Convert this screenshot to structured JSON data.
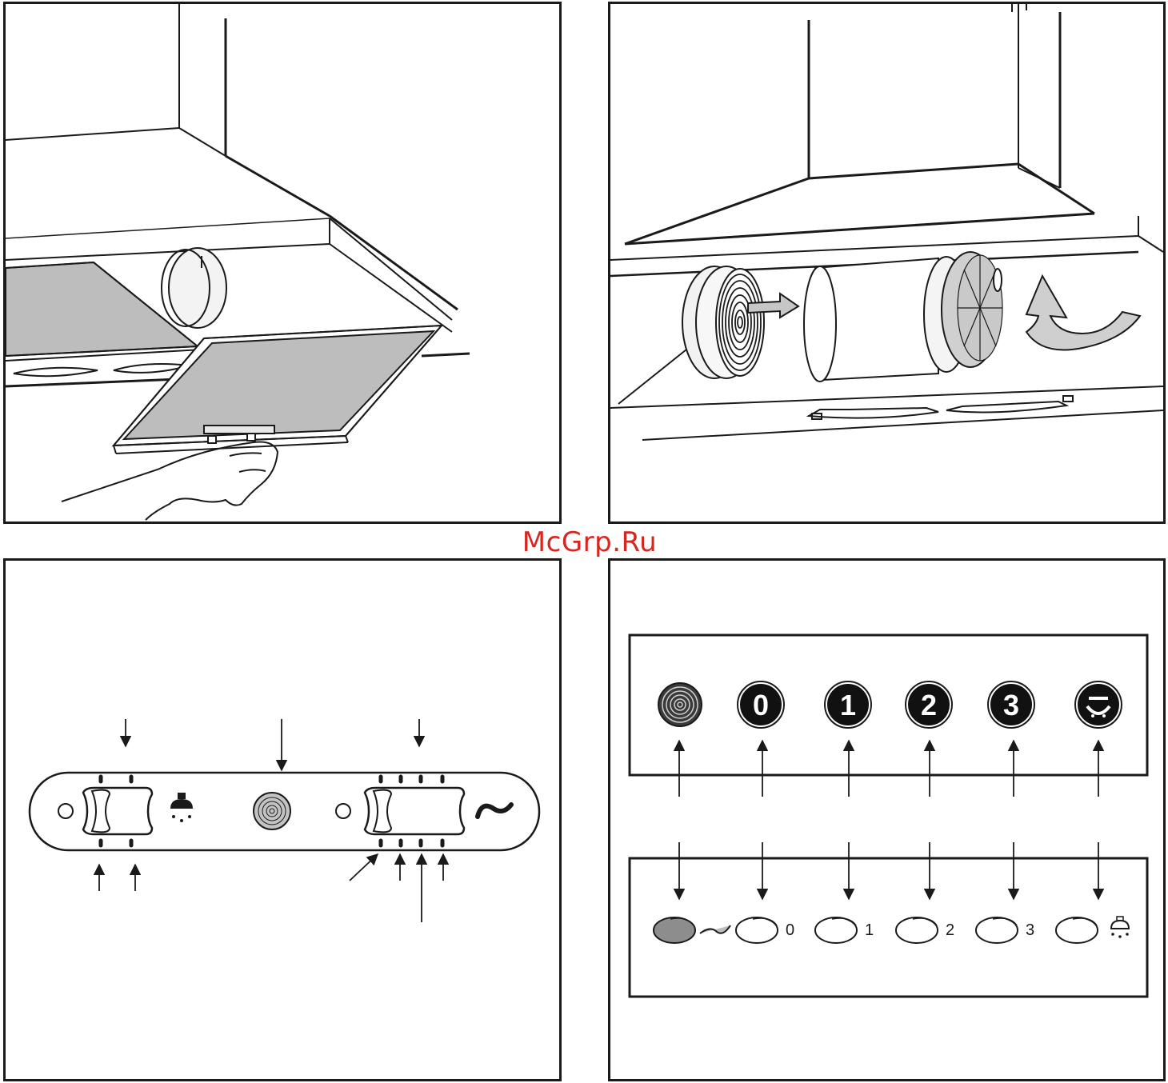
{
  "watermark": "McGrp.Ru",
  "panel_top": {
    "buttons": [
      {
        "glyph": "spiral",
        "icon": "grease-filter-icon"
      },
      {
        "glyph": "0",
        "icon": "speed-0-icon"
      },
      {
        "glyph": "1",
        "icon": "speed-1-icon"
      },
      {
        "glyph": "2",
        "icon": "speed-2-icon"
      },
      {
        "glyph": "3",
        "icon": "speed-3-icon"
      },
      {
        "glyph": "lamp",
        "icon": "light-icon"
      }
    ]
  },
  "panel_bottom": {
    "labels": [
      "0",
      "1",
      "2",
      "3"
    ]
  },
  "colors": {
    "line": "#1a1a1a",
    "filter_gray": "#bdbdbd",
    "watermark": "#d6261f"
  }
}
